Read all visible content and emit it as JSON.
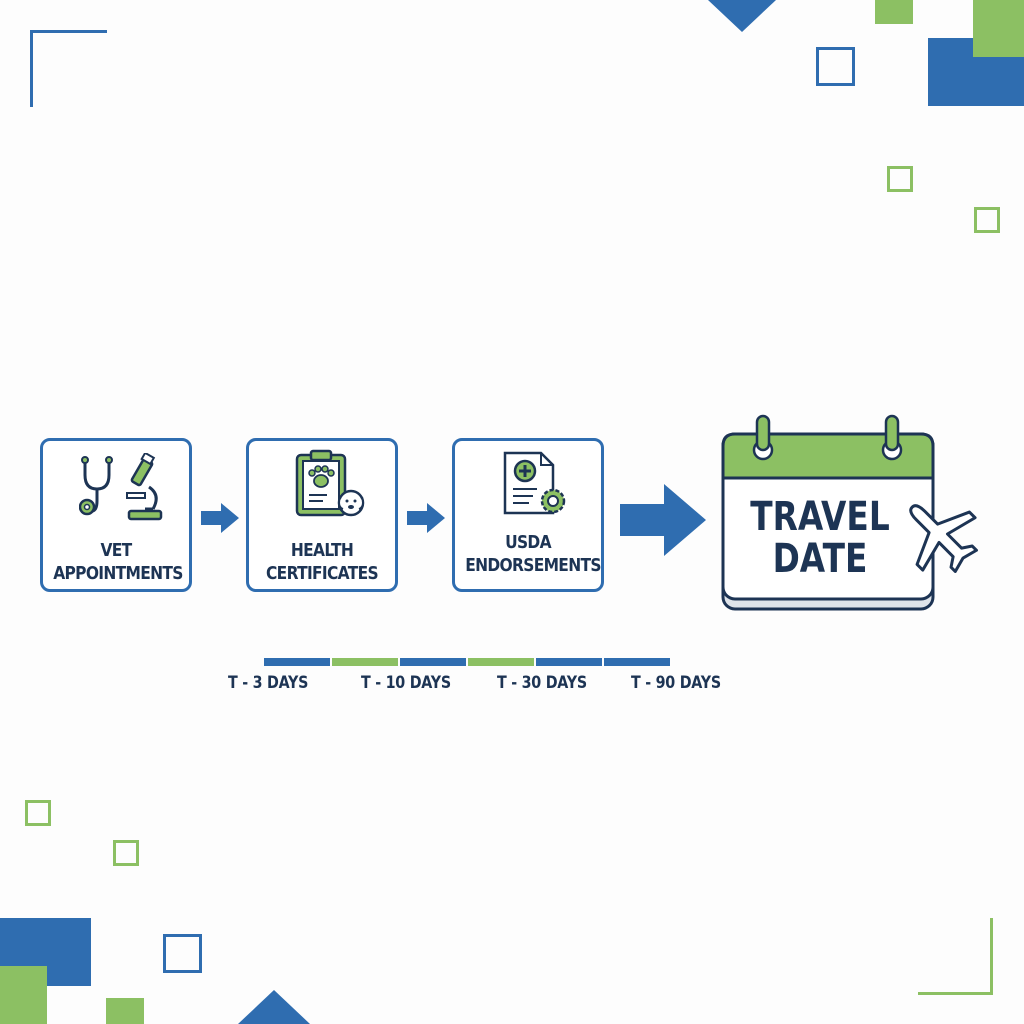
{
  "steps": [
    {
      "label_line1": "VET",
      "label_line2": "APPOINTMENTS",
      "icon": "stethoscope-microscope-icon"
    },
    {
      "label_line1": "HEALTH",
      "label_line2": "CERTIFICATES",
      "icon": "clipboard-pet-icon"
    },
    {
      "label_line1": "USDA",
      "label_line2": "ENDORSEMENTS",
      "icon": "document-seal-icon"
    }
  ],
  "destination": {
    "line1": "TRAVEL",
    "line2": "DATE",
    "icon": "airplane-icon",
    "frame": "calendar-icon"
  },
  "timeline": {
    "labels": [
      "T - 3 DAYS",
      "T - 10 DAYS",
      "T - 30 DAYS",
      "T - 90 DAYS"
    ],
    "segment_colors": [
      "#2f6db0",
      "#8cc063",
      "#2f6db0",
      "#8cc063",
      "#2f6db0",
      "#2f6db0"
    ]
  },
  "colors": {
    "blue": "#2f6db0",
    "green": "#8cc063",
    "navy": "#1d3454"
  }
}
